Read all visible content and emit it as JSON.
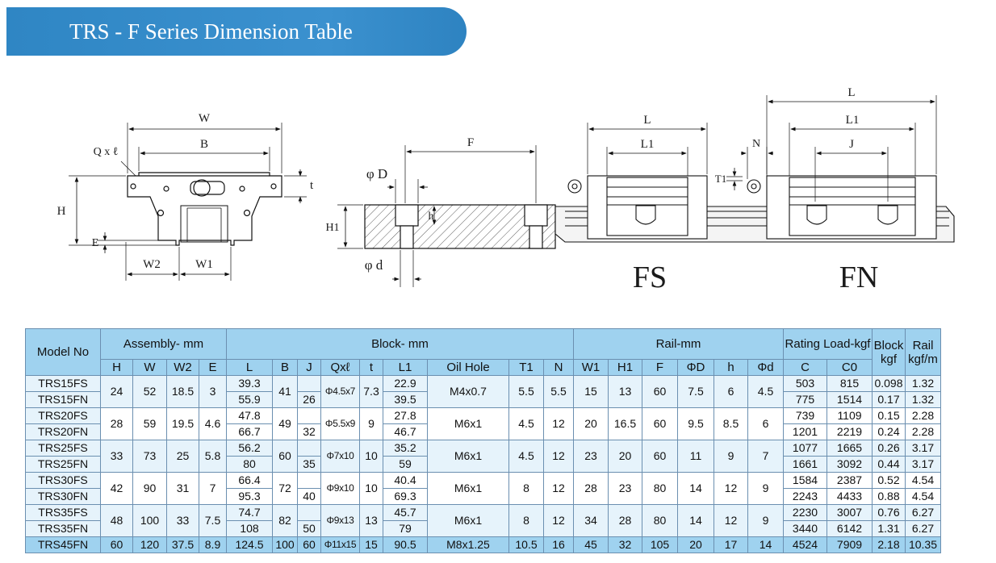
{
  "banner": {
    "title": "TRS - F Series Dimension Table"
  },
  "drawing": {
    "labels": {
      "W": "W",
      "B": "B",
      "Qxl": "Q x ℓ",
      "t": "t",
      "H": "H",
      "E": "E",
      "W2": "W2",
      "W1": "W1",
      "phiD": "φ D",
      "F": "F",
      "h": "h",
      "H1": "H1",
      "phid": "φ d",
      "L_fs": "L",
      "L1_fs": "L1",
      "FS": "FS",
      "L_fn": "L",
      "L1_fn": "L1",
      "J": "J",
      "N": "N",
      "T1": "T1",
      "FN": "FN"
    }
  },
  "table": {
    "header": {
      "model": "Model No",
      "assembly": "Assembly- mm",
      "block": "Block- mm",
      "rail": "Rail-mm",
      "rating": "Rating Load-kgf",
      "block_w": "Block kgf",
      "rail_w": "Rail kgf/m",
      "sub": [
        "H",
        "W",
        "W2",
        "E",
        "L",
        "B",
        "J",
        "Qxℓ",
        "t",
        "L1",
        "Oil Hole",
        "T1",
        "N",
        "W1",
        "H1",
        "F",
        "ΦD",
        "h",
        "Φd",
        "C",
        "C0"
      ]
    },
    "groups": [
      {
        "rows": [
          {
            "model": "TRS15FS",
            "L": "39.3",
            "L1": "22.9",
            "C": "503",
            "C0": "815",
            "bw": "0.098",
            "rw": "1.32"
          },
          {
            "model": "TRS15FN",
            "L": "55.9",
            "L1": "39.5",
            "C": "775",
            "C0": "1514",
            "bw": "0.17",
            "rw": "1.32"
          }
        ],
        "H": "24",
        "W": "52",
        "W2": "18.5",
        "E": "3",
        "B": "41",
        "J": "26",
        "Q": "Φ4.5x7",
        "t": "7.3",
        "oil": "M4x0.7",
        "T1": "5.5",
        "N": "5.5",
        "W1": "15",
        "H1": "13",
        "F": "60",
        "D": "7.5",
        "h": "6",
        "d": "4.5"
      },
      {
        "rows": [
          {
            "model": "TRS20FS",
            "L": "47.8",
            "L1": "27.8",
            "C": "739",
            "C0": "1109",
            "bw": "0.15",
            "rw": "2.28"
          },
          {
            "model": "TRS20FN",
            "L": "66.7",
            "L1": "46.7",
            "C": "1201",
            "C0": "2219",
            "bw": "0.24",
            "rw": "2.28"
          }
        ],
        "H": "28",
        "W": "59",
        "W2": "19.5",
        "E": "4.6",
        "B": "49",
        "J": "32",
        "Q": "Φ5.5x9",
        "t": "9",
        "oil": "M6x1",
        "T1": "4.5",
        "N": "12",
        "W1": "20",
        "H1": "16.5",
        "F": "60",
        "D": "9.5",
        "h": "8.5",
        "d": "6"
      },
      {
        "rows": [
          {
            "model": "TRS25FS",
            "L": "56.2",
            "L1": "35.2",
            "C": "1077",
            "C0": "1665",
            "bw": "0.26",
            "rw": "3.17"
          },
          {
            "model": "TRS25FN",
            "L": "80",
            "L1": "59",
            "C": "1661",
            "C0": "3092",
            "bw": "0.44",
            "rw": "3.17"
          }
        ],
        "H": "33",
        "W": "73",
        "W2": "25",
        "E": "5.8",
        "B": "60",
        "J": "35",
        "Q": "Φ7x10",
        "t": "10",
        "oil": "M6x1",
        "T1": "4.5",
        "N": "12",
        "W1": "23",
        "H1": "20",
        "F": "60",
        "D": "11",
        "h": "9",
        "d": "7"
      },
      {
        "rows": [
          {
            "model": "TRS30FS",
            "L": "66.4",
            "L1": "40.4",
            "C": "1584",
            "C0": "2387",
            "bw": "0.52",
            "rw": "4.54"
          },
          {
            "model": "TRS30FN",
            "L": "95.3",
            "L1": "69.3",
            "C": "2243",
            "C0": "4433",
            "bw": "0.88",
            "rw": "4.54"
          }
        ],
        "H": "42",
        "W": "90",
        "W2": "31",
        "E": "7",
        "B": "72",
        "J": "40",
        "Q": "Φ9x10",
        "t": "10",
        "oil": "M6x1",
        "T1": "8",
        "N": "12",
        "W1": "28",
        "H1": "23",
        "F": "80",
        "D": "14",
        "h": "12",
        "d": "9"
      },
      {
        "rows": [
          {
            "model": "TRS35FS",
            "L": "74.7",
            "L1": "45.7",
            "C": "2230",
            "C0": "3007",
            "bw": "0.76",
            "rw": "6.27"
          },
          {
            "model": "TRS35FN",
            "L": "108",
            "L1": "79",
            "C": "3440",
            "C0": "6142",
            "bw": "1.31",
            "rw": "6.27"
          }
        ],
        "H": "48",
        "W": "100",
        "W2": "33",
        "E": "7.5",
        "B": "82",
        "J": "50",
        "Q": "Φ9x13",
        "t": "13",
        "oil": "M6x1",
        "T1": "8",
        "N": "12",
        "W1": "34",
        "H1": "28",
        "F": "80",
        "D": "14",
        "h": "12",
        "d": "9"
      }
    ],
    "last": {
      "model": "TRS45FN",
      "H": "60",
      "W": "120",
      "W2": "37.5",
      "E": "8.9",
      "L": "124.5",
      "B": "100",
      "J": "60",
      "Q": "Φ11x15",
      "t": "15",
      "L1": "90.5",
      "oil": "M8x1.25",
      "T1": "10.5",
      "N": "16",
      "W1": "45",
      "H1": "32",
      "F": "105",
      "D": "20",
      "h": "17",
      "d": "14",
      "C": "4524",
      "C0": "7909",
      "bw": "2.18",
      "rw": "10.35"
    }
  }
}
